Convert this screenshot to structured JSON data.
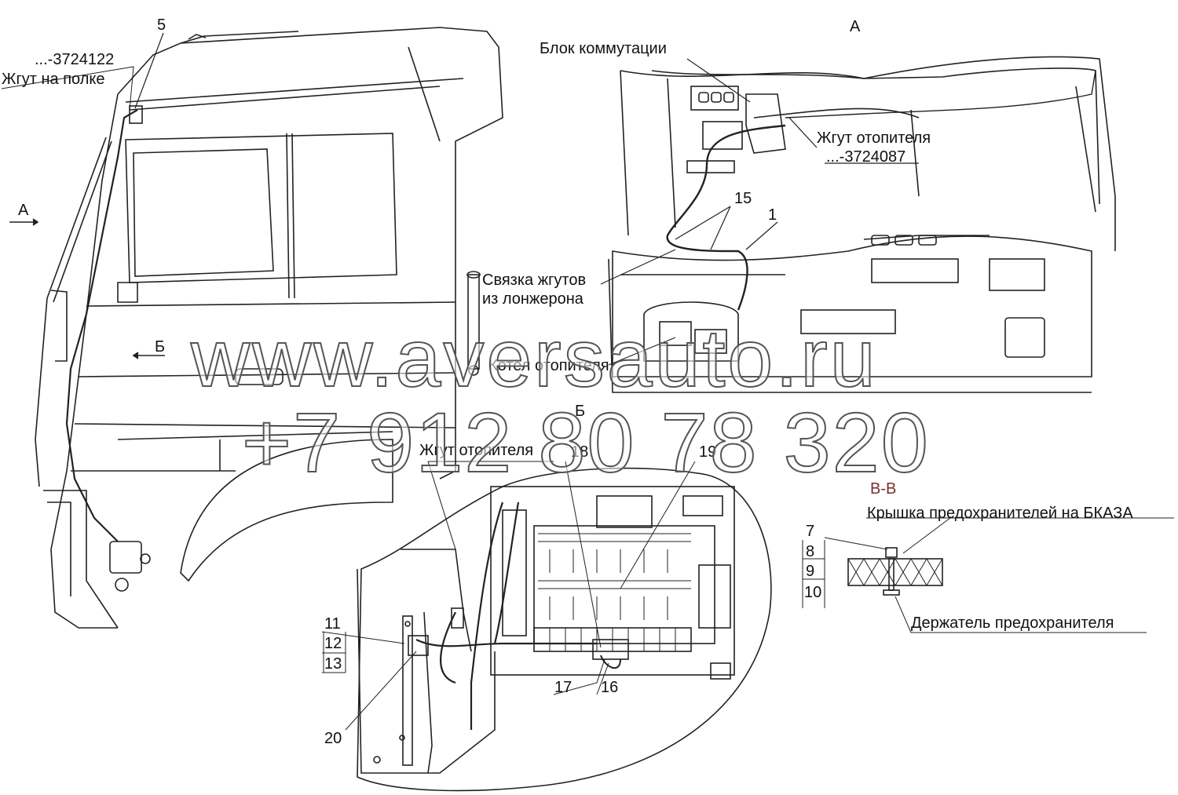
{
  "labels": {
    "part_5": "5",
    "harness_shelf_code": "...-3724122",
    "harness_shelf": "Жгут на полке",
    "view_a_top": "А",
    "arrow_a": "А",
    "arrow_b": "Б",
    "switch_block": "Блок коммутации",
    "heater_harness_top": "Жгут отопителя",
    "heater_harness_code": "...-3724087",
    "part_15": "15",
    "part_1": "1",
    "bundle_line1": "Связка жгутов",
    "bundle_line2": "из лонжерона",
    "heater_boiler": "Котел отопителя",
    "view_b": "Б",
    "heater_harness_bottom": "Жгут отопителя",
    "part_18": "18",
    "part_19": "19",
    "section_vv": "В-В",
    "fuse_cover": "Крышка предохранителей на БКАЗА",
    "part_7": "7",
    "part_8": "8",
    "part_9": "9",
    "part_10": "10",
    "fuse_holder": "Держатель предохранителя",
    "part_11": "11",
    "part_12": "12",
    "part_13": "13",
    "part_17": "17",
    "part_16": "16",
    "part_20": "20"
  },
  "watermark": {
    "site": "www.aversauto.ru",
    "phone": "+7 912 80 78 320"
  },
  "colors": {
    "line": "#222222",
    "section": "#7a2e2e",
    "background": "#ffffff"
  }
}
